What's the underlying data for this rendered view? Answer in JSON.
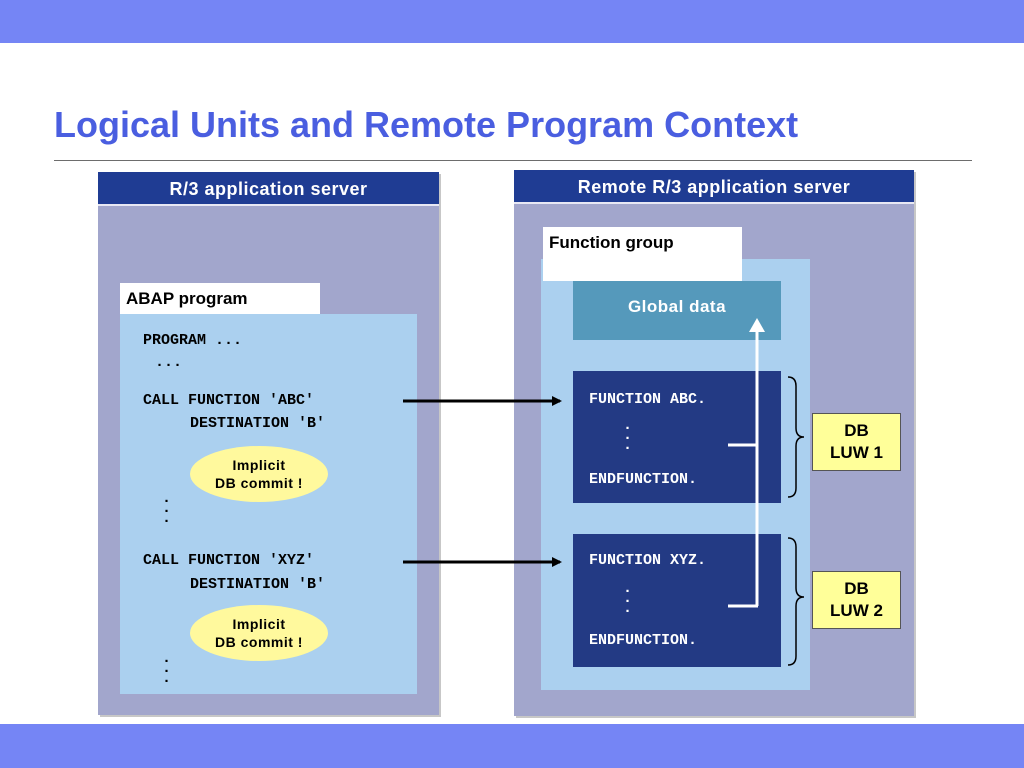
{
  "title": "Logical Units and Remote Program Context",
  "left_server": {
    "header": "R/3 application server",
    "program_label": "ABAP program",
    "code": {
      "line1": "PROGRAM ...",
      "line2": "...",
      "call1_a": "CALL FUNCTION 'ABC'",
      "call1_b": "DESTINATION 'B'",
      "call2_a": "CALL FUNCTION 'XYZ'",
      "call2_b": "DESTINATION 'B'"
    },
    "commit1": {
      "line1": "Implicit",
      "line2": "DB commit !"
    },
    "commit2": {
      "line1": "Implicit",
      "line2": "DB commit !"
    }
  },
  "right_server": {
    "header": "Remote R/3 application server",
    "group_label": "Function group",
    "global_data": "Global data",
    "func_abc": {
      "start": "FUNCTION ABC.",
      "end": "ENDFUNCTION."
    },
    "func_xyz": {
      "start": "FUNCTION XYZ.",
      "end": "ENDFUNCTION."
    }
  },
  "luw1": {
    "line1": "DB",
    "line2": "LUW 1"
  },
  "luw2": {
    "line1": "DB",
    "line2": "LUW 2"
  },
  "colors": {
    "band": "#7585f5",
    "title": "#4a5ee0",
    "server_header": "#1f3c93",
    "server_body": "#a2a6cc",
    "light_panel": "#abd0ef",
    "global_data": "#5599bb",
    "function_box": "#233a84",
    "ellipse": "#fff99d",
    "luw_box": "#ffff99"
  }
}
